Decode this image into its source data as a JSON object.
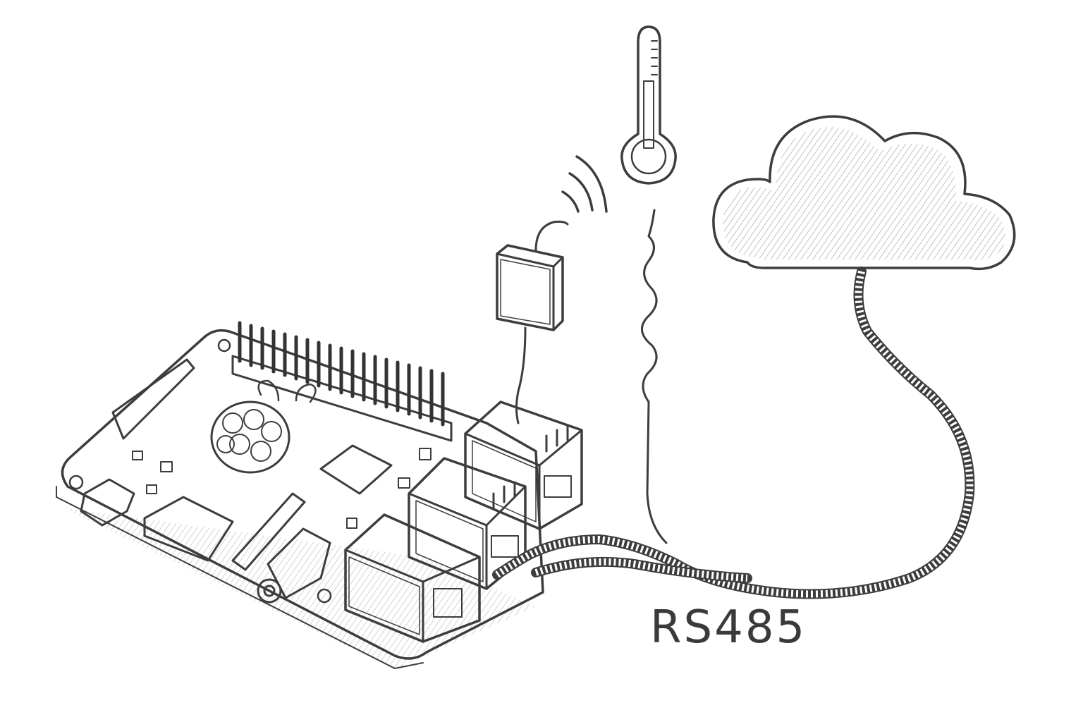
{
  "label": {
    "text": "RS485"
  },
  "colors": {
    "ink": "#3d3d3d",
    "paper": "#ffffff",
    "shade": "#9a9a9a"
  },
  "icons": [
    "raspberry-pi-board",
    "thermometer-icon",
    "cloud-icon",
    "wireless-signal-icon",
    "sensor-module",
    "raspberry-logo-icon",
    "cable"
  ]
}
